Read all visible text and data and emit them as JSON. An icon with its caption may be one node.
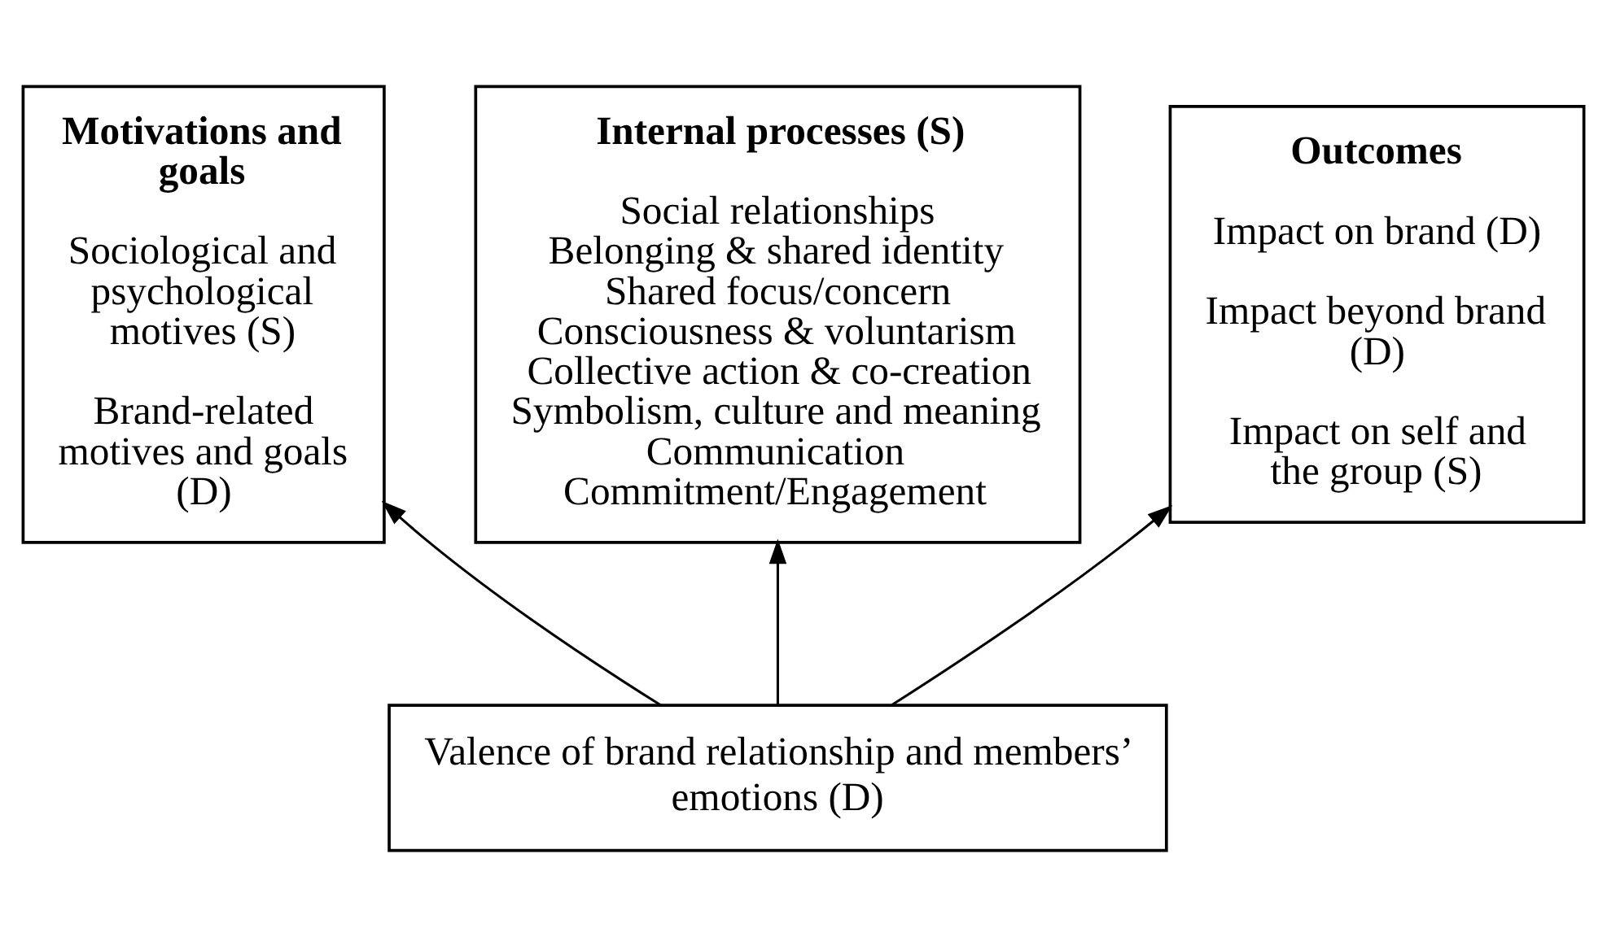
{
  "diagram": {
    "nodes": [
      {
        "text": [
          "Motivations and goals",
          "Sociological and psychological motives (S)",
          "Brand-related motives and goals (D)"
        ]
      },
      {
        "text": [
          "Internal processes (S)",
          "Social relationships",
          "Belonging & shared identity",
          "Shared focus/concern",
          "Consciousness & voluntarism",
          "Collective action & co-creation",
          "Symbolism, culture and meaning",
          "Communication",
          "Commitment/Engagement"
        ]
      },
      {
        "text": [
          "Outcomes",
          "Impact on brand (D)",
          "Impact beyond brand (D)",
          "Impact on self and the group (S)"
        ]
      },
      {
        "text": [
          "Valence of brand relationship and members’ emotions (D)"
        ]
      }
    ],
    "edges": [
      {
        "from": 3,
        "to": 0,
        "arrow": "to"
      },
      {
        "from": 3,
        "to": 1,
        "arrow": "to"
      },
      {
        "from": 3,
        "to": 2,
        "arrow": "to"
      }
    ]
  }
}
